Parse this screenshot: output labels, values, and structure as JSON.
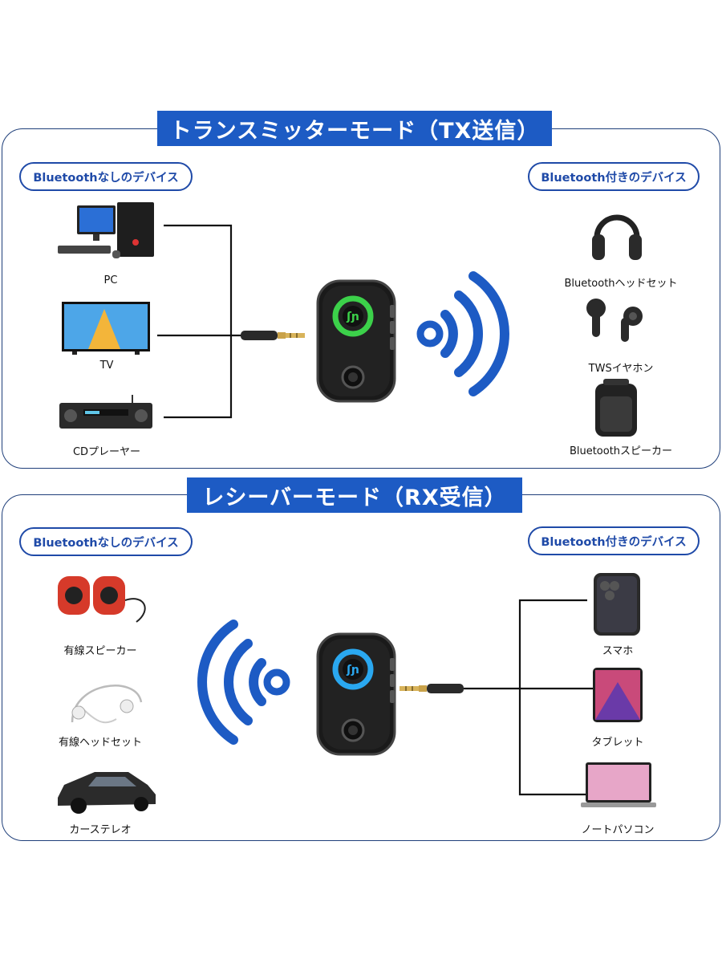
{
  "tx": {
    "title": "トランスミッターモード（TX送信）",
    "left_pill": "Bluetoothなしのデバイス",
    "right_pill": "Bluetooth付きのデバイス",
    "left_devices": [
      "PC",
      "TV",
      "CDプレーヤー"
    ],
    "right_devices": [
      "Bluetoothヘッドセット",
      "TWSイヤホン",
      "Bluetoothスピーカー"
    ],
    "led_color": "#3cd14a"
  },
  "rx": {
    "title": "レシーバーモード（RX受信）",
    "left_pill": "Bluetoothなしのデバイス",
    "right_pill": "Bluetooth付きのデバイス",
    "left_devices": [
      "有線スピーカー",
      "有線ヘッドセット",
      "カーステレオ"
    ],
    "right_devices": [
      "スマホ",
      "タブレット",
      "ノートパソコン"
    ],
    "led_color": "#2aa8f0"
  },
  "colors": {
    "accent": "#1d5bc4",
    "border": "#1f3f7a",
    "wave": "#1d5bc4"
  },
  "icons": [
    "pc-icon",
    "tv-icon",
    "cd-player-icon",
    "headphones-icon",
    "earbuds-icon",
    "bt-speaker-icon",
    "wired-speaker-icon",
    "wired-headset-icon",
    "car-icon",
    "smartphone-icon",
    "tablet-icon",
    "laptop-icon",
    "bluetooth-wave-icon",
    "bt-adapter-icon",
    "aux-cable-icon"
  ]
}
